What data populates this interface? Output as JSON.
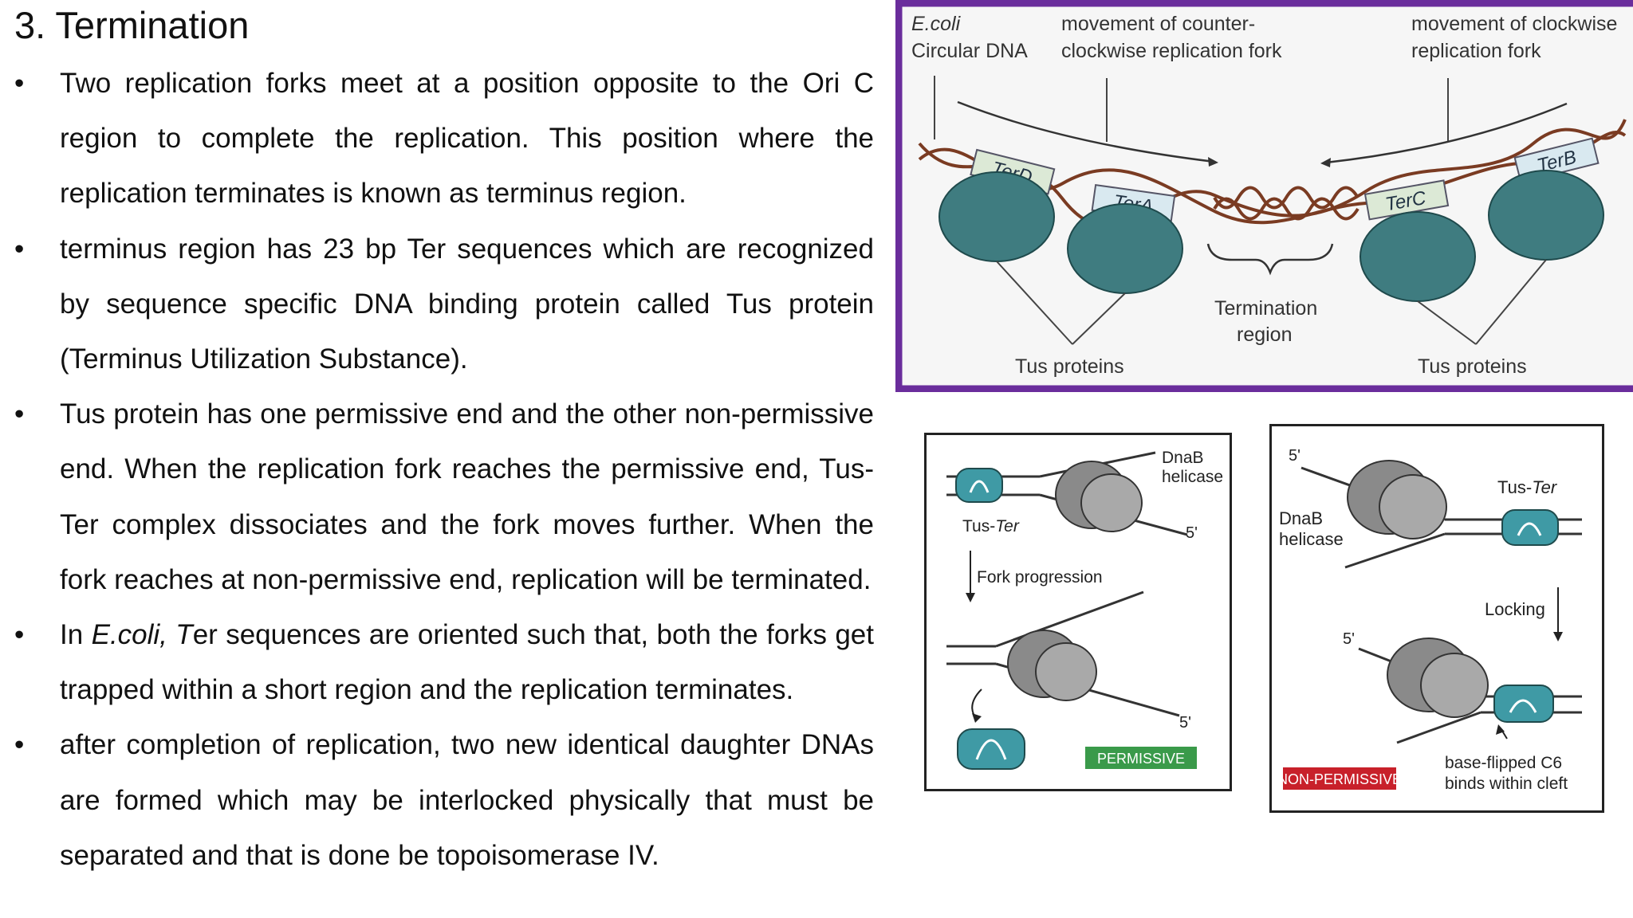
{
  "title": "3. Termination",
  "bullets": [
    {
      "text": "Two replication forks meet at a position opposite to the Ori C region to complete the replication. This position where the replication terminates is known as terminus region."
    },
    {
      "text": "terminus region has 23 bp Ter sequences which are recognized by sequence specific DNA binding protein called Tus protein (Terminus Utilization Substance)."
    },
    {
      "text": "Tus protein has one permissive end and the other non-permissive end. When the replication fork reaches the permissive end, Tus-Ter complex dissociates and the fork moves further. When the fork reaches at non-permissive end, replication will be terminated."
    },
    {
      "pre": "In ",
      "em": "E.coli, T",
      "post": "er sequences are oriented such that, both the forks get trapped within a short region and the replication terminates."
    },
    {
      "text": "after completion of replication, two new identical daughter DNAs are formed which may be interlocked physically that must be separated and that is done be topoisomerase IV."
    }
  ],
  "fig_top": {
    "border_color": "#6a2d9c",
    "ecoli": "E.coli",
    "circular": "Circular DNA",
    "ccw_1": "movement of counter-",
    "ccw_2": "clockwise replication fork",
    "cw_1": "movement of clockwise",
    "cw_2": "replication fork",
    "terD": "TerD",
    "terA": "TerA",
    "terC": "TerC",
    "terB": "TerB",
    "term_1": "Termination",
    "term_2": "region",
    "tus_left": "Tus proteins",
    "tus_right": "Tus proteins"
  },
  "fig_perm": {
    "dnab_1": "DnaB",
    "dnab_2": "helicase",
    "tus_ter": "Tus-",
    "tus_ter_em": "Ter",
    "five_prime": "5'",
    "fork_prog": "Fork progression",
    "five_prime_2": "5'",
    "badge": "PERMISSIVE",
    "badge_color": "#3a9a4a"
  },
  "fig_nonperm": {
    "five_prime_top": "5'",
    "tus_ter": "Tus-",
    "tus_ter_em": "Ter",
    "dnab_1": "DnaB",
    "dnab_2": "helicase",
    "locking": "Locking",
    "five_prime_mid": "5'",
    "badge": "NON-PERMISSIVE",
    "badge_color": "#c8202a",
    "note_1": "base-flipped C6",
    "note_2": "binds within cleft"
  }
}
